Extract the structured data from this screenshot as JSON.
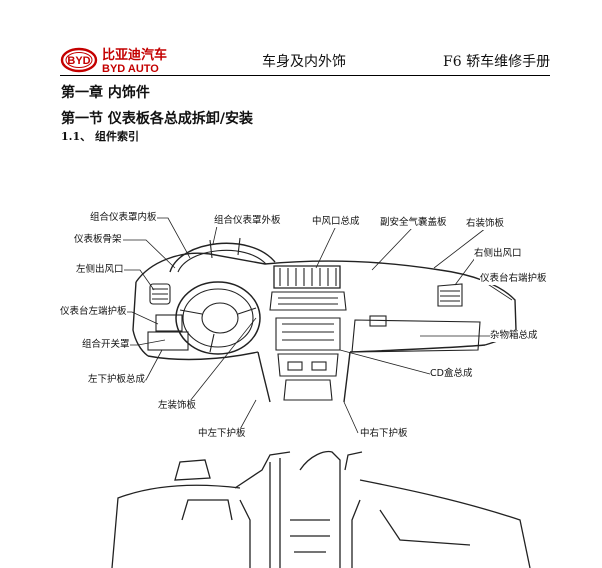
{
  "header": {
    "brand_cn": "比亚迪汽车",
    "brand_en": "BYD AUTO",
    "logo_mark": "BYD",
    "center_title": "车身及内外饰",
    "right_title": "F6 轿车维修手册"
  },
  "chapter_title": "第一章  内饰件",
  "section_title": "第一节    仪表板各总成拆卸/安装",
  "subsection_title": "1.1、   组件索引",
  "labels": {
    "cluster_inner": "组合仪表罩内板",
    "cluster_outer": "组合仪表罩外板",
    "center_vent": "中风口总成",
    "airbag_cover": "副安全气囊盖板",
    "right_trim": "右装饰板",
    "bracket": "仪表板骨架",
    "right_vent": "右侧出风口",
    "left_vent": "左侧出风口",
    "right_end_cover": "仪表台右端护板",
    "left_end_cover": "仪表台左端护板",
    "glovebox": "杂物箱总成",
    "switch_cover": "组合开关罩",
    "cd_box": "CD盒总成",
    "left_lower_cover": "左下护板总成",
    "left_trim": "左装饰板",
    "mid_left_lower": "中左下护板",
    "mid_right_lower": "中右下护板"
  }
}
